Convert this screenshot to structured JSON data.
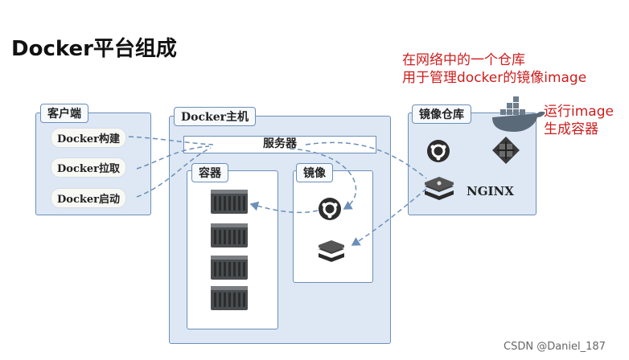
{
  "title": "Docker平台组成",
  "notes": {
    "registry_line1": "在网络中的一个仓库",
    "registry_line2": "用于管理docker的镜像image",
    "run_line1": "运行image",
    "run_line2": "生成容器"
  },
  "client": {
    "label": "客户端",
    "commands": [
      "Docker构建",
      "Docker拉取",
      "Docker启动"
    ]
  },
  "host": {
    "label": "Docker主机",
    "server": "服务器",
    "containers_label": "容器",
    "images_label": "镜像"
  },
  "registry": {
    "label": "镜像仓库",
    "nginx": "NGINX"
  },
  "watermark": "CSDN @Daniel_187",
  "colors": {
    "panel_border": "#6d8eb8",
    "panel_fill": "#dde8f4",
    "arrow": "#6d8eb8",
    "note_red": "#cc1d1d",
    "docker_blue": "#2496ed"
  }
}
